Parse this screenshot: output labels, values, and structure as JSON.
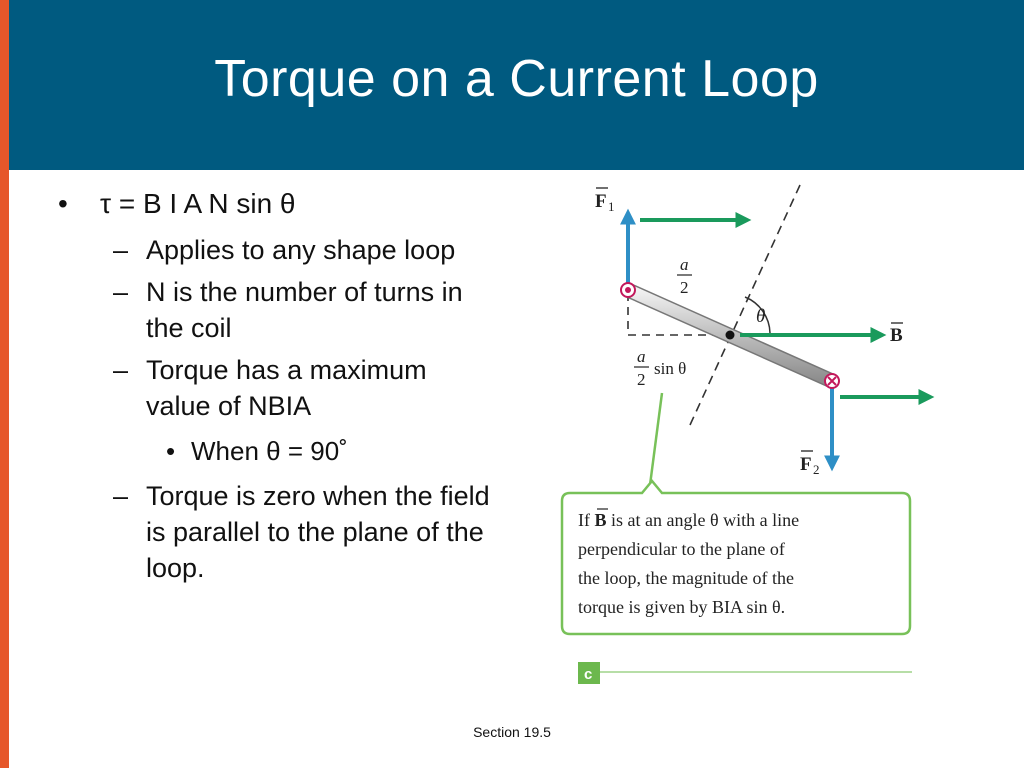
{
  "slide": {
    "title": "Torque on a Current Loop",
    "footer": "Section 19.5"
  },
  "bullets": {
    "b1_mark": "•",
    "b1_text": "τ = B I A N sin θ",
    "dash": "–",
    "s1": "Applies to any shape loop",
    "s2": "N is the number of turns in the coil",
    "s3": "Torque has a maximum value of NBIA",
    "s3_sub_mark": "•",
    "s3_sub": "When θ = 90˚",
    "s4": "Torque is zero when the field is parallel to the plane of the loop."
  },
  "figure": {
    "colors": {
      "force_arrow": "#2e8fc6",
      "field_arrow": "#1a9a5c",
      "callout": "#78c159"
    },
    "f1_label": "F",
    "f1_sub": "1",
    "f2_label": "F",
    "f2_sub": "2",
    "b_label": "B",
    "theta": "θ",
    "half_a_num": "a",
    "half_a_den": "2",
    "half_a_sin": "sin θ",
    "callout_line1_pre": "If ",
    "callout_line1_b": "B",
    "callout_line1_post": " is at an angle θ with a line",
    "callout_line2": "perpendicular to the plane of",
    "callout_line3": "the loop, the magnitude of the",
    "callout_line4": "torque is given by BIA sin θ.",
    "panel_label": "c"
  }
}
